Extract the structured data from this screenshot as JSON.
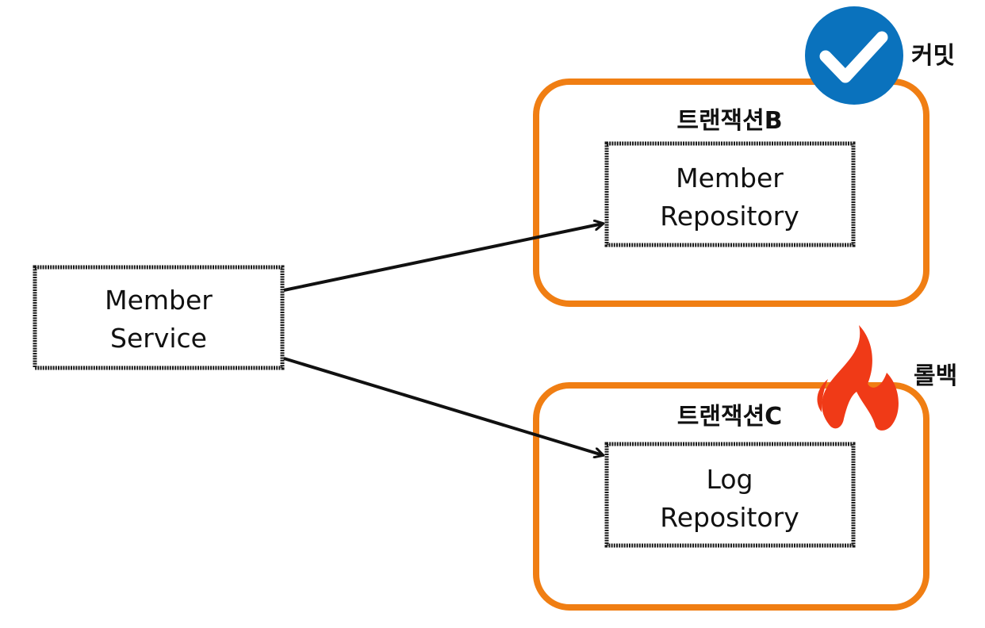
{
  "colors": {
    "transaction_border": "#F07E13",
    "box_border": "#1A1A1A",
    "arrow": "#111111",
    "commit_badge": "#0A72BD",
    "rollback_flame": "#F03A17"
  },
  "service": {
    "line1": "Member",
    "line2": "Service"
  },
  "transaction_b": {
    "label": "트랜잭션B",
    "repo_line1": "Member",
    "repo_line2": "Repository",
    "status": "커밋",
    "status_icon": "check-circle-icon"
  },
  "transaction_c": {
    "label": "트랜잭션C",
    "repo_line1": "Log",
    "repo_line2": "Repository",
    "status": "롤백",
    "status_icon": "flame-icon"
  }
}
